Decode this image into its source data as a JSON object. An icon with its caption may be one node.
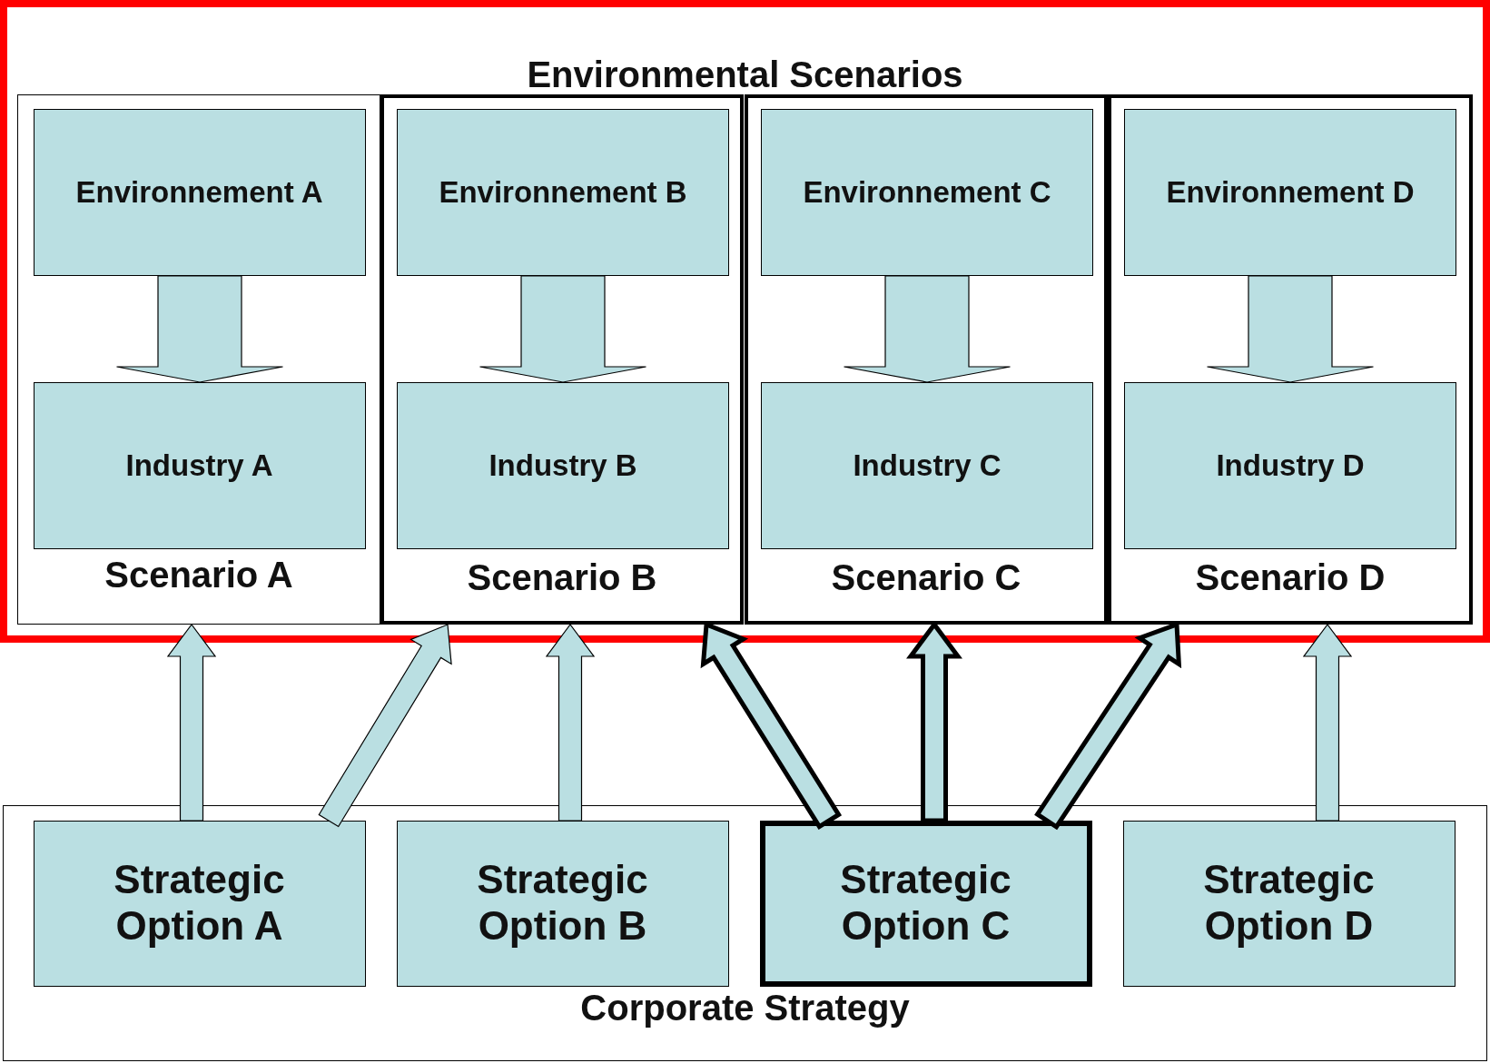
{
  "diagram": {
    "nodes": [
      {
        "text": [
          "Environmental Scenarios"
        ]
      },
      {
        "text": [
          "Scenario A"
        ],
        "in": 0
      },
      {
        "text": [
          "Environnement A"
        ],
        "in": 1
      },
      {
        "text": [
          "Industry A"
        ],
        "in": 1
      },
      {
        "text": [
          "Scenario B"
        ],
        "in": 0
      },
      {
        "text": [
          "Environnement B"
        ],
        "in": 4
      },
      {
        "text": [
          "Industry B"
        ],
        "in": 4
      },
      {
        "text": [
          "Scenario C"
        ],
        "in": 0
      },
      {
        "text": [
          "Environnement C"
        ],
        "in": 7
      },
      {
        "text": [
          "Industry C"
        ],
        "in": 7
      },
      {
        "text": [
          "Scenario D"
        ],
        "in": 0
      },
      {
        "text": [
          "Environnement D"
        ],
        "in": 10
      },
      {
        "text": [
          "Industry D"
        ],
        "in": 10
      },
      {
        "text": [
          "Corporate Strategy"
        ]
      },
      {
        "text": [
          "Strategic Option A"
        ],
        "in": 13
      },
      {
        "text": [
          "Strategic Option B"
        ],
        "in": 13
      },
      {
        "text": [
          "Strategic Option C"
        ],
        "in": 13
      },
      {
        "text": [
          "Strategic Option D"
        ],
        "in": 13
      }
    ],
    "edges": [
      {
        "from": 2,
        "to": 3,
        "arrow": "to"
      },
      {
        "from": 5,
        "to": 6,
        "arrow": "to"
      },
      {
        "from": 8,
        "to": 9,
        "arrow": "to"
      },
      {
        "from": 11,
        "to": 12,
        "arrow": "to"
      },
      {
        "from": 14,
        "to": 1,
        "arrow": "to"
      },
      {
        "from": 14,
        "to": 4,
        "arrow": "to"
      },
      {
        "from": 15,
        "to": 4,
        "arrow": "to"
      },
      {
        "from": 16,
        "to": 4,
        "arrow": "to",
        "style": "thick"
      },
      {
        "from": 16,
        "to": 7,
        "arrow": "to",
        "style": "thick"
      },
      {
        "from": 16,
        "to": 10,
        "arrow": "to",
        "style": "thick"
      },
      {
        "from": 17,
        "to": 10,
        "arrow": "to"
      }
    ]
  }
}
